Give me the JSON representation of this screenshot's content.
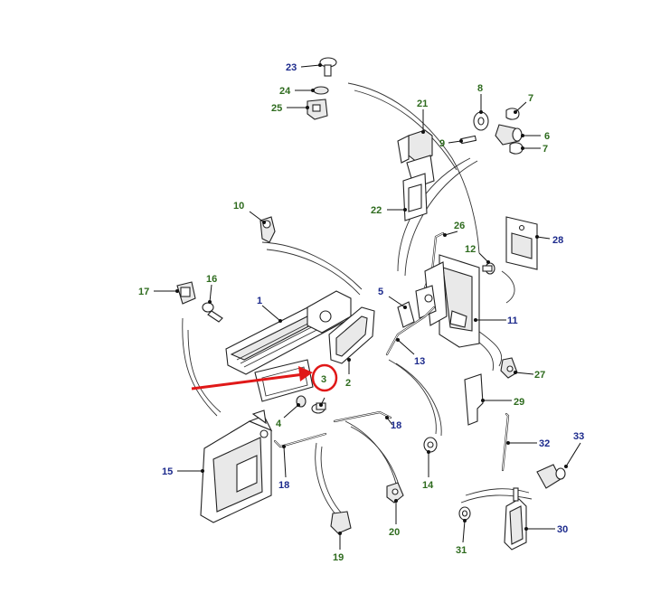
{
  "colors": {
    "label_blue": "#1c2a8c",
    "label_green": "#2e6b1e",
    "highlight_red": "#e01818",
    "line": "#222222"
  },
  "labels": [
    {
      "id": "l23",
      "text": "23",
      "color": "blue"
    },
    {
      "id": "l24",
      "text": "24",
      "color": "green"
    },
    {
      "id": "l25",
      "text": "25",
      "color": "green"
    },
    {
      "id": "l21",
      "text": "21",
      "color": "green"
    },
    {
      "id": "l22",
      "text": "22",
      "color": "green"
    },
    {
      "id": "l8",
      "text": "8",
      "color": "green"
    },
    {
      "id": "l7a",
      "text": "7",
      "color": "green"
    },
    {
      "id": "l9",
      "text": "9",
      "color": "green"
    },
    {
      "id": "l6",
      "text": "6",
      "color": "green"
    },
    {
      "id": "l7b",
      "text": "7",
      "color": "green"
    },
    {
      "id": "l10",
      "text": "10",
      "color": "green"
    },
    {
      "id": "l26",
      "text": "26",
      "color": "green"
    },
    {
      "id": "l28",
      "text": "28",
      "color": "blue"
    },
    {
      "id": "l12",
      "text": "12",
      "color": "green"
    },
    {
      "id": "l17",
      "text": "17",
      "color": "green"
    },
    {
      "id": "l16",
      "text": "16",
      "color": "green"
    },
    {
      "id": "l1",
      "text": "1",
      "color": "blue"
    },
    {
      "id": "l5",
      "text": "5",
      "color": "blue"
    },
    {
      "id": "l11",
      "text": "11",
      "color": "blue"
    },
    {
      "id": "l13",
      "text": "13",
      "color": "blue"
    },
    {
      "id": "l27",
      "text": "27",
      "color": "green"
    },
    {
      "id": "l2",
      "text": "2",
      "color": "green"
    },
    {
      "id": "l3",
      "text": "3",
      "color": "green"
    },
    {
      "id": "l29",
      "text": "29",
      "color": "green"
    },
    {
      "id": "l4",
      "text": "4",
      "color": "green"
    },
    {
      "id": "l18a",
      "text": "18",
      "color": "blue"
    },
    {
      "id": "l32",
      "text": "32",
      "color": "blue"
    },
    {
      "id": "l33",
      "text": "33",
      "color": "blue"
    },
    {
      "id": "l15",
      "text": "15",
      "color": "blue"
    },
    {
      "id": "l18b",
      "text": "18",
      "color": "blue"
    },
    {
      "id": "l14",
      "text": "14",
      "color": "green"
    },
    {
      "id": "l20",
      "text": "20",
      "color": "green"
    },
    {
      "id": "l30",
      "text": "30",
      "color": "blue"
    },
    {
      "id": "l31",
      "text": "31",
      "color": "green"
    },
    {
      "id": "l19",
      "text": "19",
      "color": "green"
    }
  ]
}
